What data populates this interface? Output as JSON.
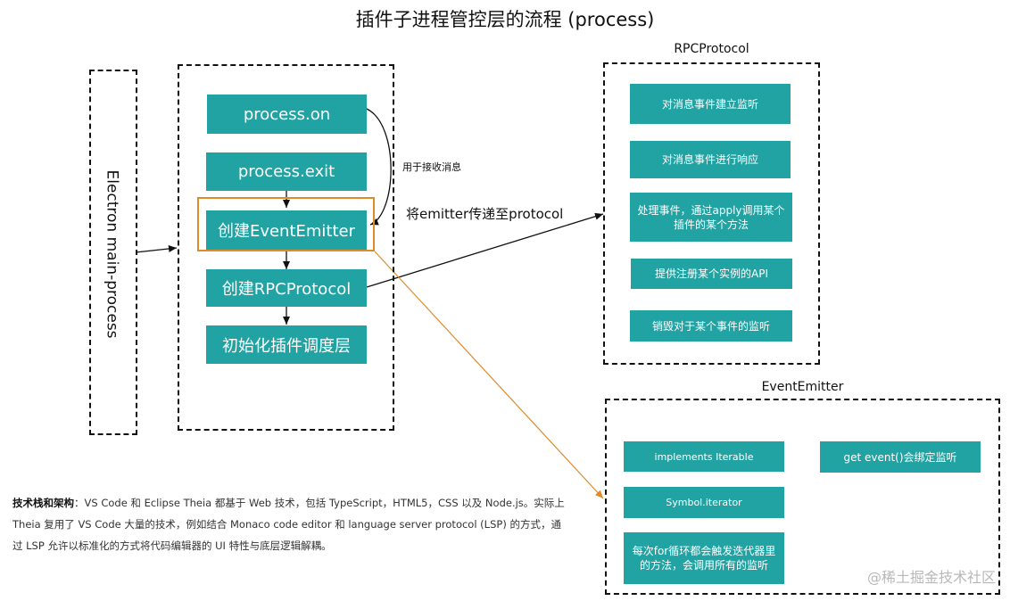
{
  "title": "插件子进程管控层的流程 (process)",
  "electron_label": "Electron main-process",
  "process_boxes": [
    "process.on",
    "process.exit",
    "创建EventEmitter",
    "创建RPCProtocol",
    "初始化插件调度层"
  ],
  "receive_note": "用于接收消息",
  "emitter_caption": "将emitter传递至protocol",
  "rpc": {
    "title": "RPCProtocol",
    "items": [
      "对消息事件建立监听",
      "对消息事件进行响应",
      "处理事件，通过apply调用某个插件的某个方法",
      "提供注册某个实例的API",
      "销毁对于某个事件的监听"
    ]
  },
  "emitter": {
    "title": "EventEmitter",
    "items": [
      "implements Iterable",
      "Symbol.iterator",
      "每次for循环都会触发迭代器里的方法，会调用所有的监听",
      "get event()会绑定监听"
    ]
  },
  "tech": {
    "label": "技术栈和架构",
    "text": "：VS Code 和 Eclipse Theia 都基于 Web 技术，包括 TypeScript，HTML5，CSS 以及 Node.js。实际上 Theia 复用了 VS Code 大量的技术，例如结合 Monaco code editor 和 language server protocol (LSP) 的方式，通过 LSP 允许以标准化的方式将代码编辑器的 UI 特性与底层逻辑解耦。"
  },
  "watermark": "@稀土掘金技术社区",
  "colors": {
    "box_fill": "#21a3a3",
    "highlight": "#e08a2a"
  }
}
